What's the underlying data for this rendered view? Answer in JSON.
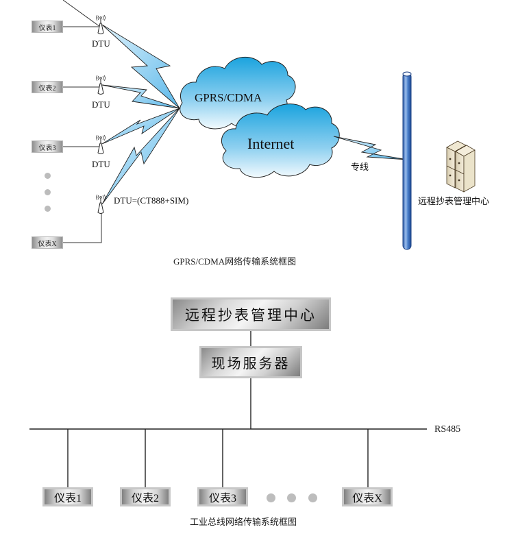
{
  "top_diagram": {
    "meters": [
      {
        "label": "仪表1"
      },
      {
        "label": "仪表2"
      },
      {
        "label": "仪表3"
      },
      {
        "label": "仪表X"
      }
    ],
    "dtu_label": "DTU",
    "dtu_full_label": "DTU=(CT888+SIM)",
    "cloud_gprs": "GPRS/CDMA",
    "cloud_internet": "Internet",
    "dedicated_line": "专线",
    "server_label": "远程抄表管理中心",
    "caption": "GPRS/CDMA网络传输系统框图",
    "colors": {
      "lightning": "#7ec8ee",
      "cloud": "#29a9e1",
      "pipe": "#3f74c4"
    }
  },
  "bottom_diagram": {
    "center_label": "远程抄表管理中心",
    "field_server_label": "现场服务器",
    "bus_label": "RS485",
    "meters": [
      {
        "label": "仪表1"
      },
      {
        "label": "仪表2"
      },
      {
        "label": "仪表3"
      },
      {
        "label": "仪表X"
      }
    ],
    "caption": "工业总线网络传输系统框图"
  }
}
